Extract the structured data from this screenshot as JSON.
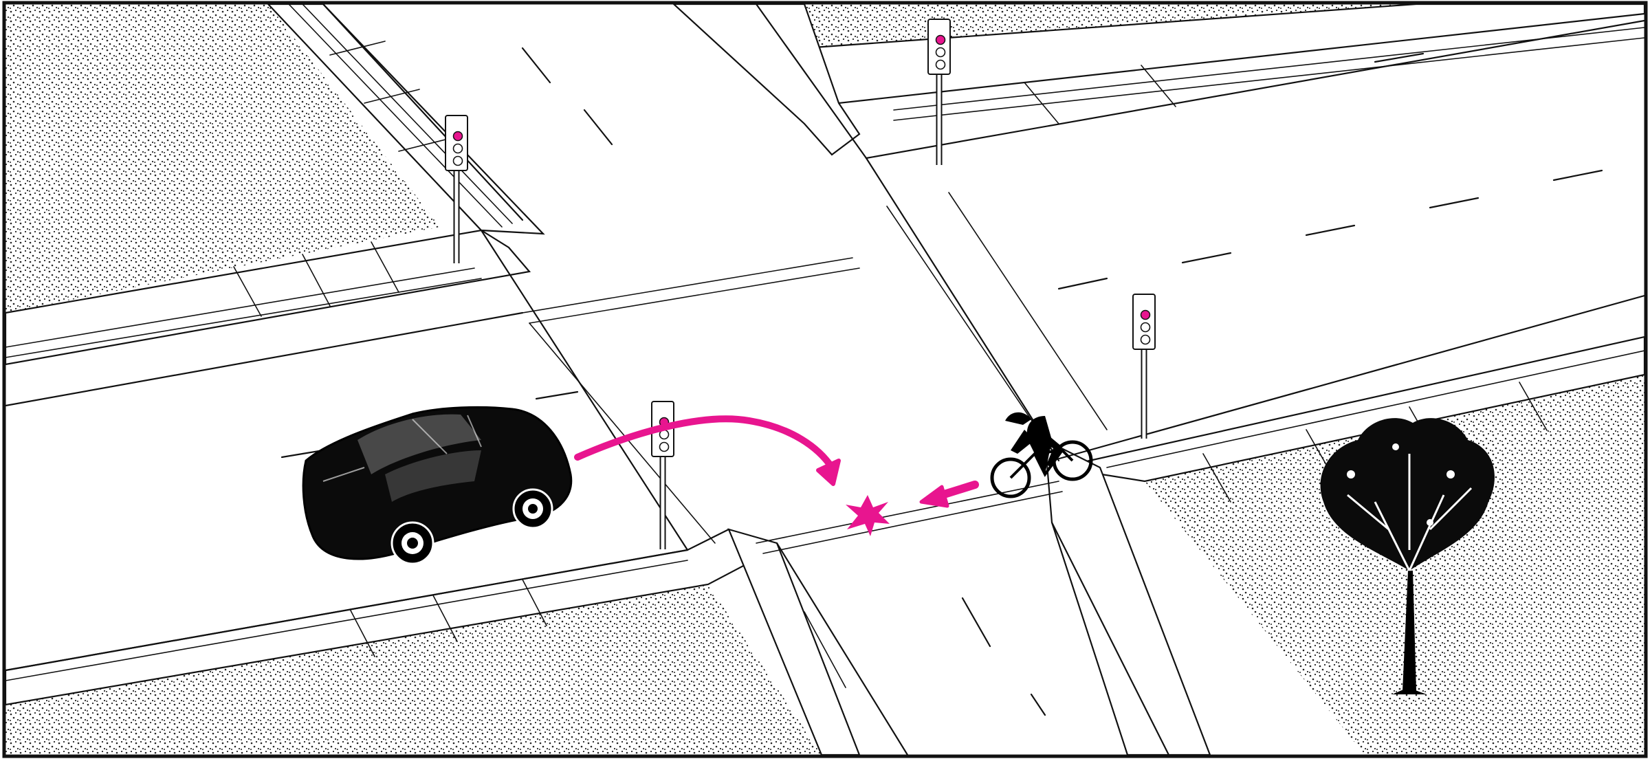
{
  "scene": {
    "description_kind": "right-hook-collision-diagram"
  },
  "colors": {
    "accent": "#e8158f",
    "ink": "#111111",
    "background": "#ffffff",
    "stipple": "#222222"
  },
  "signals": [
    {
      "name": "traffic-light-north-west",
      "state": "red"
    },
    {
      "name": "traffic-light-north-east",
      "state": "red"
    },
    {
      "name": "traffic-light-south-west",
      "state": "red"
    },
    {
      "name": "traffic-light-east",
      "state": "red"
    }
  ],
  "icons": {
    "car": "car-icon",
    "cyclist": "cyclist-icon",
    "tree": "tree-icon",
    "turn_arrow": "curved-arrow-icon",
    "cyclist_arrow": "straight-arrow-icon",
    "collision": "collision-burst-icon"
  }
}
